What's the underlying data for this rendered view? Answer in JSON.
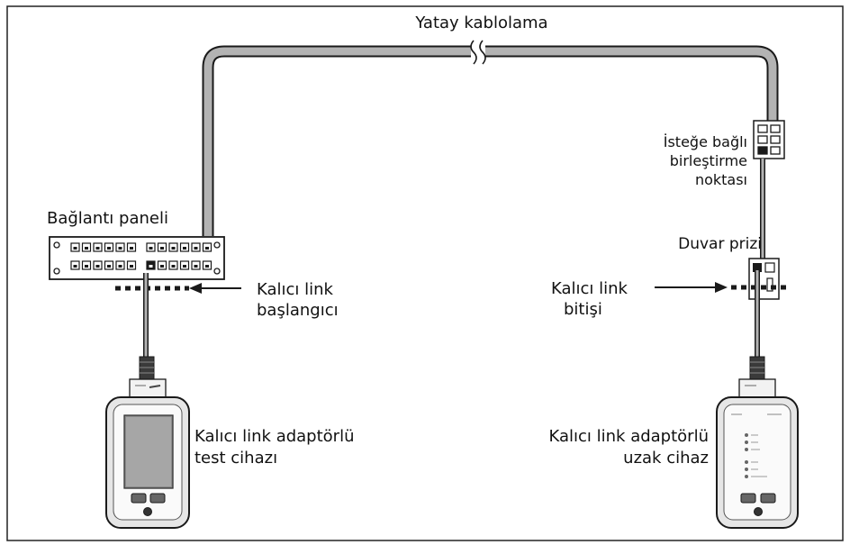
{
  "labels": {
    "horizontal_cabling": "Yatay kablolama",
    "optional_consolidation_point": [
      "İsteğe bağlı",
      "birleştirme",
      "noktası"
    ],
    "patch_panel": "Bağlantı paneli",
    "wall_outlet": "Duvar prizi",
    "permanent_link_start": [
      "Kalıcı link",
      "başlangıcı"
    ],
    "permanent_link_end": [
      "Kalıcı link",
      "bitişi"
    ],
    "main_tester": [
      "Kalıcı link adaptörlü",
      "test cihazı"
    ],
    "remote_unit": [
      "Kalıcı link adaptörlü",
      "uzak cihaz"
    ]
  },
  "colors": {
    "cable": "#b3b3b3",
    "outline": "#1a1a1a",
    "device_body": "#e6e6e6",
    "screen": "#8c8c8c"
  }
}
